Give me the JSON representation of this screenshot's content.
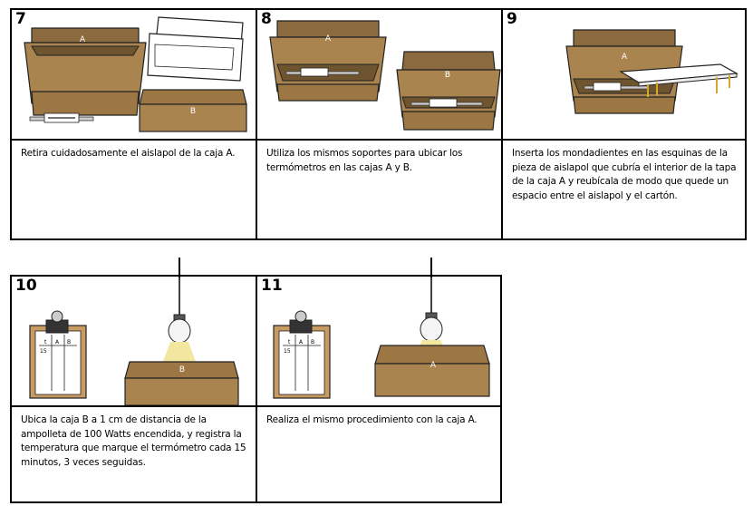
{
  "steps": [
    {
      "number": "7",
      "box_labels": [
        "A",
        "B"
      ],
      "text": "Retira cuidadosamente el aislapol de la caja A."
    },
    {
      "number": "8",
      "box_labels": [
        "A",
        "B"
      ],
      "text": "Utiliza los mismos soportes para ubicar los termómetros en las cajas A y B."
    },
    {
      "number": "9",
      "box_labels": [
        "A"
      ],
      "text": "Inserta los mondadientes en las esquinas de la pieza de aislapol que cubría el interior de la tapa de la caja A y reubícala de modo que quede un espacio entre el aislapol y el cartón."
    },
    {
      "number": "10",
      "box_labels": [
        "B"
      ],
      "clipboard": {
        "col1": "t",
        "col2": "A",
        "col3": "B",
        "row1": "15"
      },
      "text": "Ubica la caja B a 1 cm de distancia de la ampolleta de 100 Watts encendida, y registra la temperatura que marque el termómetro cada 15 minutos, 3 veces seguidas."
    },
    {
      "number": "11",
      "box_labels": [
        "A"
      ],
      "clipboard": {
        "col1": "t",
        "col2": "A",
        "col3": "B",
        "row1": "15"
      },
      "text": "Realiza el mismo procedimiento con la caja A."
    }
  ]
}
